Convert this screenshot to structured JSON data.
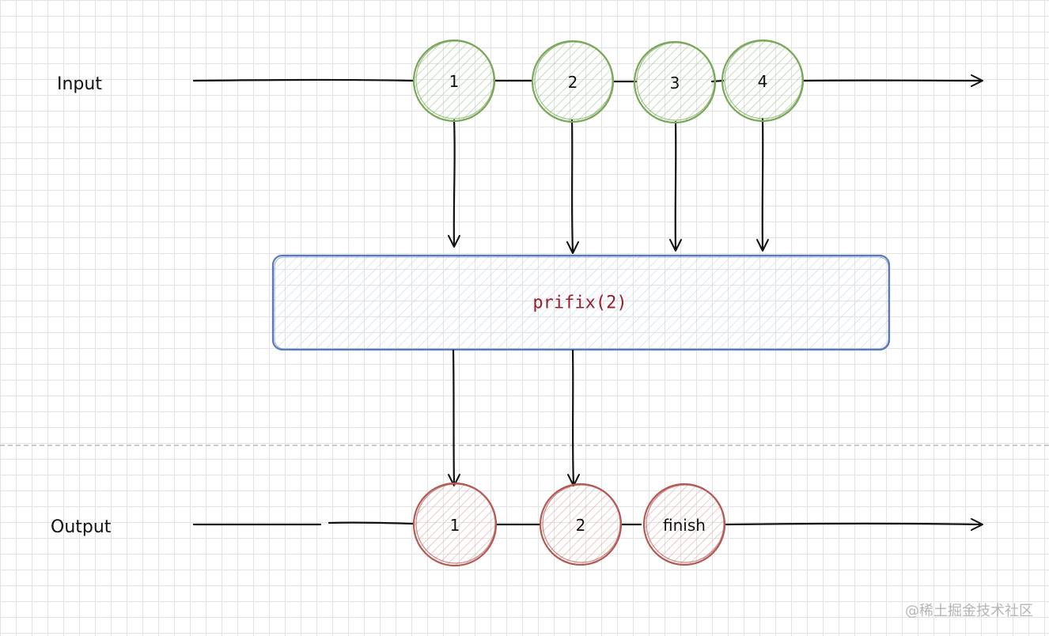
{
  "input": {
    "label": "Input",
    "nodes": [
      "1",
      "2",
      "3",
      "4"
    ],
    "color": "#7aa85a",
    "fill": "#e4f2dc"
  },
  "operator": {
    "label": "prifix(2)",
    "border_color": "#5a7ab8",
    "fill": "#e6eef9"
  },
  "output": {
    "label": "Output",
    "nodes": [
      "1",
      "2",
      "finish"
    ],
    "color": "#b35a55",
    "fill": "#f6e2e0"
  },
  "watermark": "@稀土掘金技术社区"
}
